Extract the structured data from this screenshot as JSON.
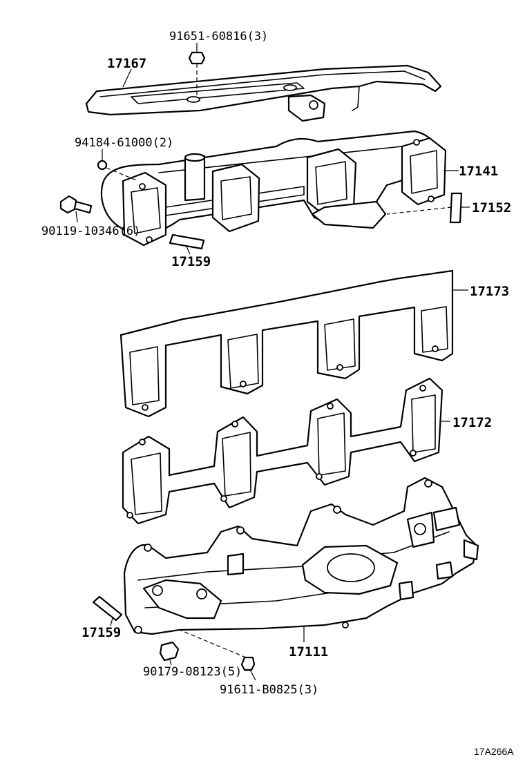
{
  "parts": [
    {
      "number": "91651-60816(3)"
    },
    {
      "number": "17167"
    },
    {
      "number": "94184-61000(2)"
    },
    {
      "number": "17141"
    },
    {
      "number": "17152"
    },
    {
      "number": "90119-10346(6)"
    },
    {
      "number": "17159"
    },
    {
      "number": "17173"
    },
    {
      "number": "17172"
    },
    {
      "number": "17159"
    },
    {
      "number": "17111"
    },
    {
      "number": "90179-08123(5)"
    },
    {
      "number": "91611-B0825(3)"
    }
  ],
  "reference": "17A266A"
}
